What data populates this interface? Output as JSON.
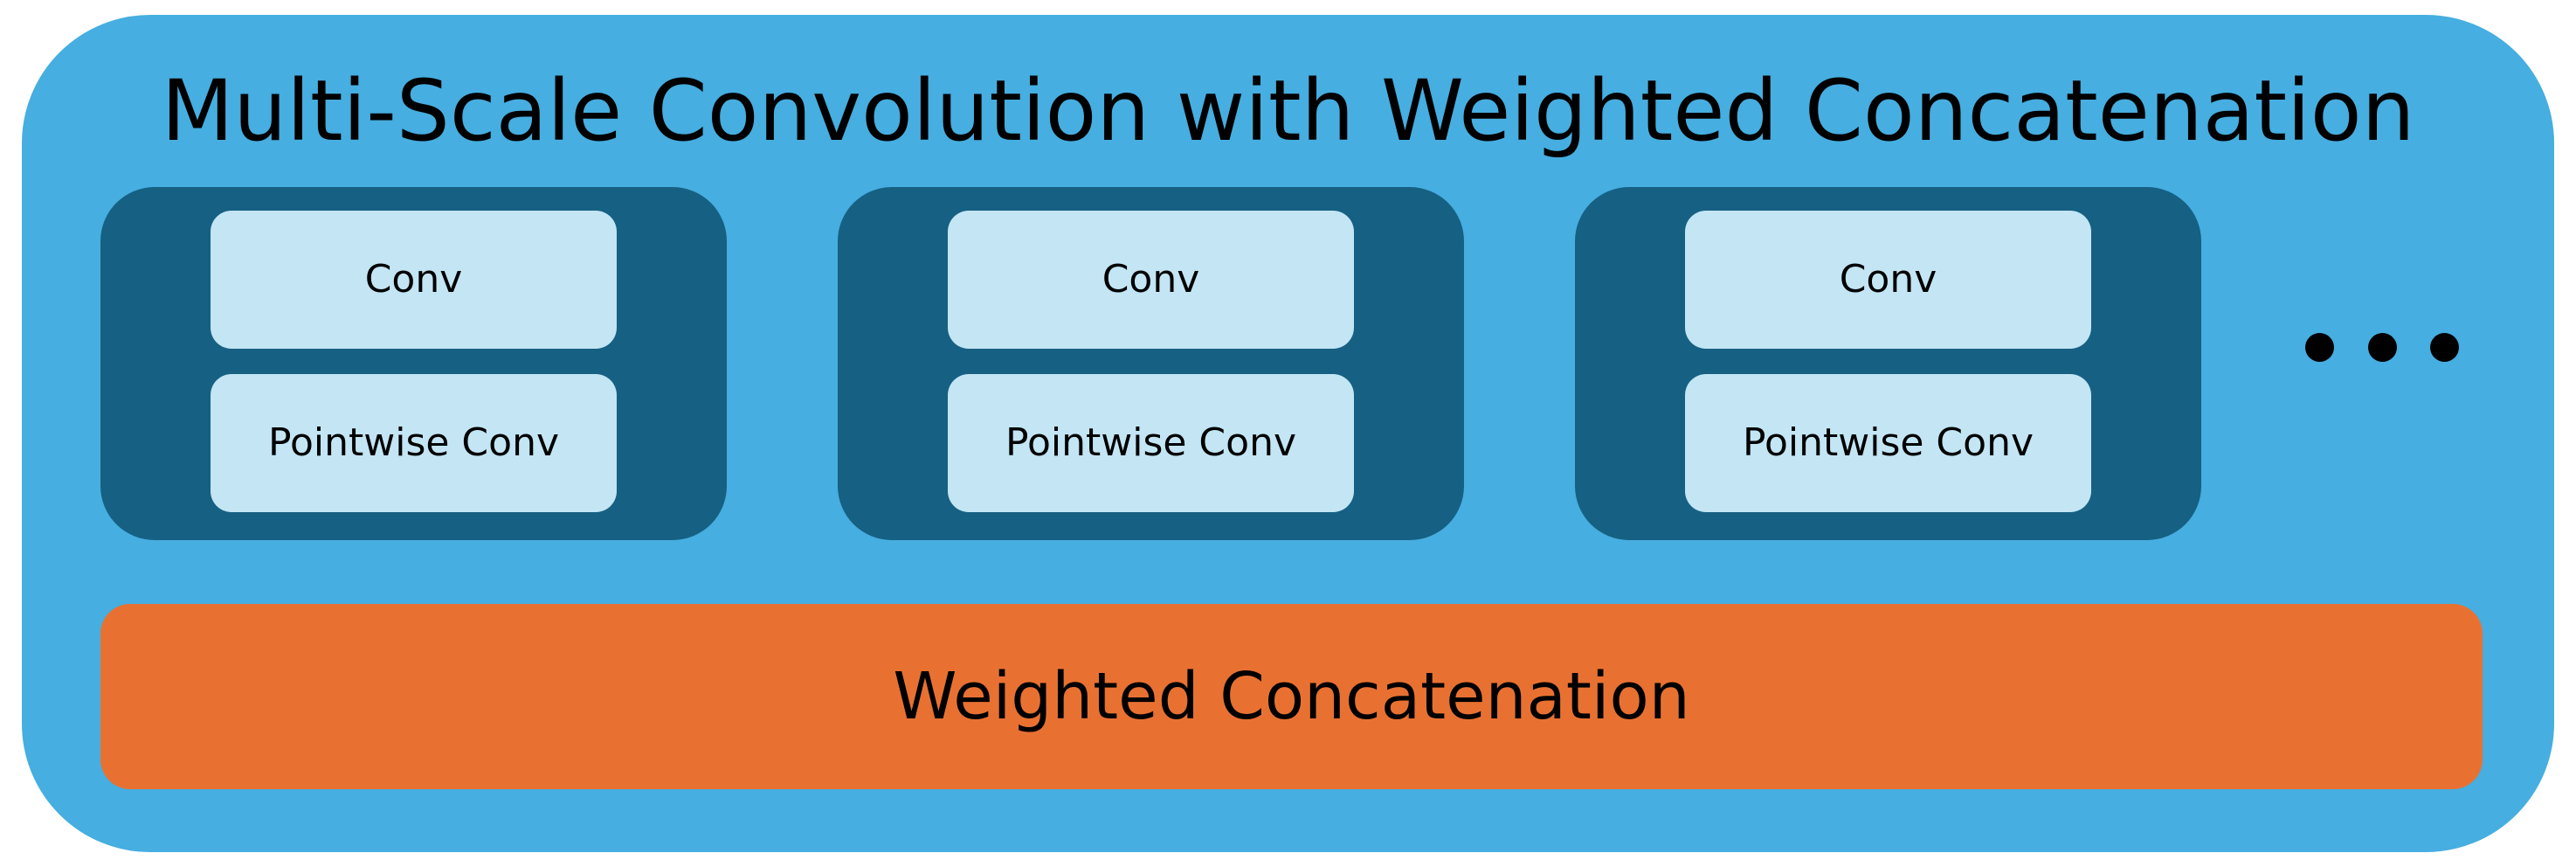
{
  "title": "Multi-Scale Convolution with Weighted Concatenation",
  "blocks": [
    {
      "conv_label": "Conv",
      "pointwise_label": "Pointwise Conv"
    },
    {
      "conv_label": "Conv",
      "pointwise_label": "Pointwise Conv"
    },
    {
      "conv_label": "Conv",
      "pointwise_label": "Pointwise Conv"
    }
  ],
  "continuation": "ellipsis-dots",
  "concat_label": "Weighted Concatenation",
  "colors": {
    "outer_background": "#46aee0",
    "block_background": "#166083",
    "inner_box": "#c3e5f4",
    "concat_box": "#e87132",
    "text": "#000000"
  }
}
